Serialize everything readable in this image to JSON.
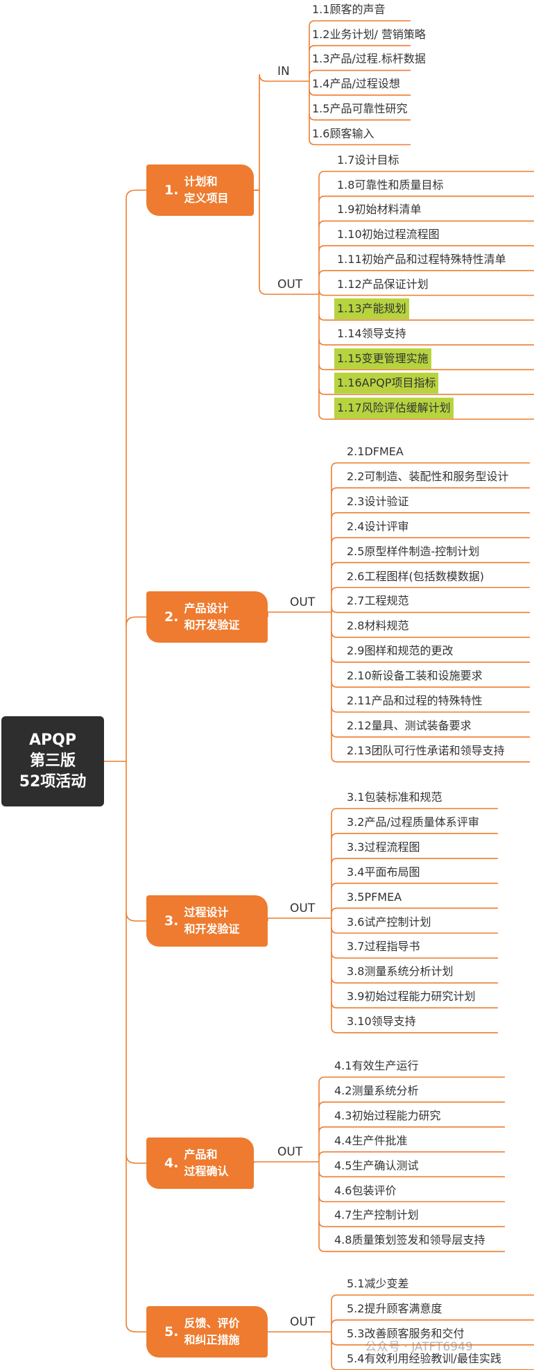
{
  "root": {
    "lines": [
      "APQP",
      "第三版",
      "52项活动"
    ]
  },
  "colors": {
    "line": "#ee7b2f",
    "phase": "#ee7b2f",
    "highlight": "#b7d43f",
    "root": "#2e2e2e"
  },
  "phases": [
    {
      "num": "1.",
      "title": [
        "计划和",
        "定义项目"
      ],
      "groups": [
        {
          "label": "IN",
          "items": [
            {
              "text": "1.1顾客的声音"
            },
            {
              "text": "1.2业务计划/ 营销策略"
            },
            {
              "text": "1.3产品/过程.标杆数据"
            },
            {
              "text": "1.4产品/过程设想"
            },
            {
              "text": "1.5产品可靠性研究"
            },
            {
              "text": "1.6顾客输入"
            }
          ]
        },
        {
          "label": "OUT",
          "items": [
            {
              "text": "1.7设计目标"
            },
            {
              "text": "1.8可靠性和质量目标"
            },
            {
              "text": "1.9初始材料清单"
            },
            {
              "text": "1.10初始过程流程图"
            },
            {
              "text": "1.11初始产品和过程特殊特性清单"
            },
            {
              "text": "1.12产品保证计划"
            },
            {
              "text": "1.13产能规划",
              "highlight": true
            },
            {
              "text": "1.14领导支持"
            },
            {
              "text": "1.15变更管理实施",
              "highlight": true
            },
            {
              "text": "1.16APQP项目指标",
              "highlight": true
            },
            {
              "text": "1.17风险评估缓解计划",
              "highlight": true
            }
          ]
        }
      ]
    },
    {
      "num": "2.",
      "title": [
        "产品设计",
        "和开发验证"
      ],
      "groups": [
        {
          "label": "OUT",
          "items": [
            {
              "text": "2.1DFMEA"
            },
            {
              "text": "2.2可制造、装配性和服务型设计"
            },
            {
              "text": "2.3设计验证"
            },
            {
              "text": "2.4设计评审"
            },
            {
              "text": "2.5原型样件制造-控制计划"
            },
            {
              "text": "2.6工程图样(包括数模数据)"
            },
            {
              "text": "2.7工程规范"
            },
            {
              "text": "2.8材料规范"
            },
            {
              "text": "2.9图样和规范的更改"
            },
            {
              "text": "2.10新设备工装和设施要求"
            },
            {
              "text": "2.11产品和过程的特殊特性"
            },
            {
              "text": "2.12量具、测试装备要求"
            },
            {
              "text": "2.13团队可行性承诺和领导支持"
            }
          ]
        }
      ]
    },
    {
      "num": "3.",
      "title": [
        "过程设计",
        "和开发验证"
      ],
      "groups": [
        {
          "label": "OUT",
          "items": [
            {
              "text": "3.1包装标准和规范"
            },
            {
              "text": "3.2产品/过程质量体系评审"
            },
            {
              "text": "3.3过程流程图"
            },
            {
              "text": "3.4平面布局图"
            },
            {
              "text": "3.5PFMEA"
            },
            {
              "text": "3.6试产控制计划"
            },
            {
              "text": "3.7过程指导书"
            },
            {
              "text": "3.8测量系统分析计划"
            },
            {
              "text": "3.9初始过程能力研究计划"
            },
            {
              "text": "3.10领导支持"
            }
          ]
        }
      ]
    },
    {
      "num": "4.",
      "title": [
        "产品和",
        "过程确认"
      ],
      "groups": [
        {
          "label": "OUT",
          "items": [
            {
              "text": "4.1有效生产运行"
            },
            {
              "text": "4.2测量系统分析"
            },
            {
              "text": "4.3初始过程能力研究"
            },
            {
              "text": "4.4生产件批准"
            },
            {
              "text": "4.5生产确认测试"
            },
            {
              "text": "4.6包装评价"
            },
            {
              "text": "4.7生产控制计划"
            },
            {
              "text": "4.8质量策划签发和领导层支持"
            }
          ]
        }
      ]
    },
    {
      "num": "5.",
      "title": [
        "反馈、评价",
        "和纠正措施"
      ],
      "groups": [
        {
          "label": "OUT",
          "items": [
            {
              "text": "5.1减少变差"
            },
            {
              "text": "5.2提升顾客满意度"
            },
            {
              "text": "5.3改善顾客服务和交付"
            },
            {
              "text": "5.4有效利用经验教训/最佳实践"
            }
          ]
        }
      ]
    }
  ],
  "watermark": "公众号 · JATFT6949"
}
